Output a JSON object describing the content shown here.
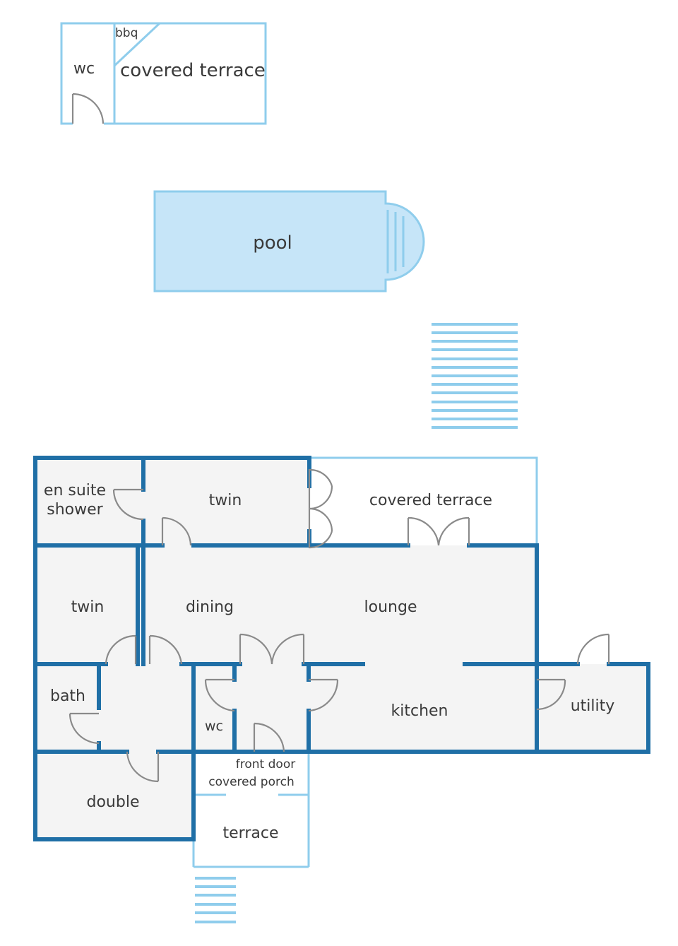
{
  "outbuilding": {
    "wc": "wc",
    "bbq": "bbq",
    "covered_terrace": "covered terrace"
  },
  "pool": {
    "label": "pool"
  },
  "rooms": {
    "en_suite_line1": "en suite",
    "en_suite_line2": "shower",
    "twin_upper": "twin",
    "covered_terrace": "covered terrace",
    "twin_left": "twin",
    "dining": "dining",
    "lounge": "lounge",
    "bath": "bath",
    "wc": "wc",
    "kitchen": "kitchen",
    "utility": "utility",
    "front_door": "front door",
    "covered_porch": "covered porch",
    "double": "double",
    "terrace": "terrace"
  },
  "colors": {
    "main_wall": "#1f6fa6",
    "light_wall": "#8fcdec",
    "pool_fill": "#c6e5f8",
    "floor": "#f4f4f4",
    "door": "#8a8a8a"
  }
}
